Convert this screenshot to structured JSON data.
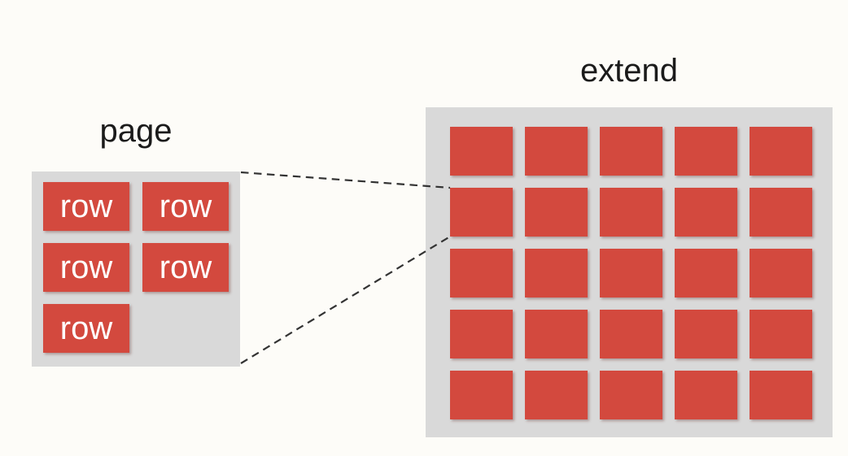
{
  "colors": {
    "background": "#fdfcf8",
    "panel_gray": "#d9d9d9",
    "cell_red": "#d3493e",
    "cell_text": "#ffffff",
    "title_text": "#1b1b1b",
    "connector": "#333333"
  },
  "page_panel": {
    "title": "page",
    "cell_label": "row",
    "cell_count": 5,
    "columns": 2,
    "rows": 3
  },
  "extend_panel": {
    "title": "extend",
    "rows": 5,
    "columns": 5,
    "cell_count": 25
  },
  "connectors": {
    "style": "dashed",
    "lines": [
      {
        "from": "page-panel-top-right-corner",
        "to": "extend-grid-row2-col1-top-left"
      },
      {
        "from": "page-panel-bottom-right-corner",
        "to": "extend-grid-row2-col1-bottom-left"
      }
    ]
  }
}
